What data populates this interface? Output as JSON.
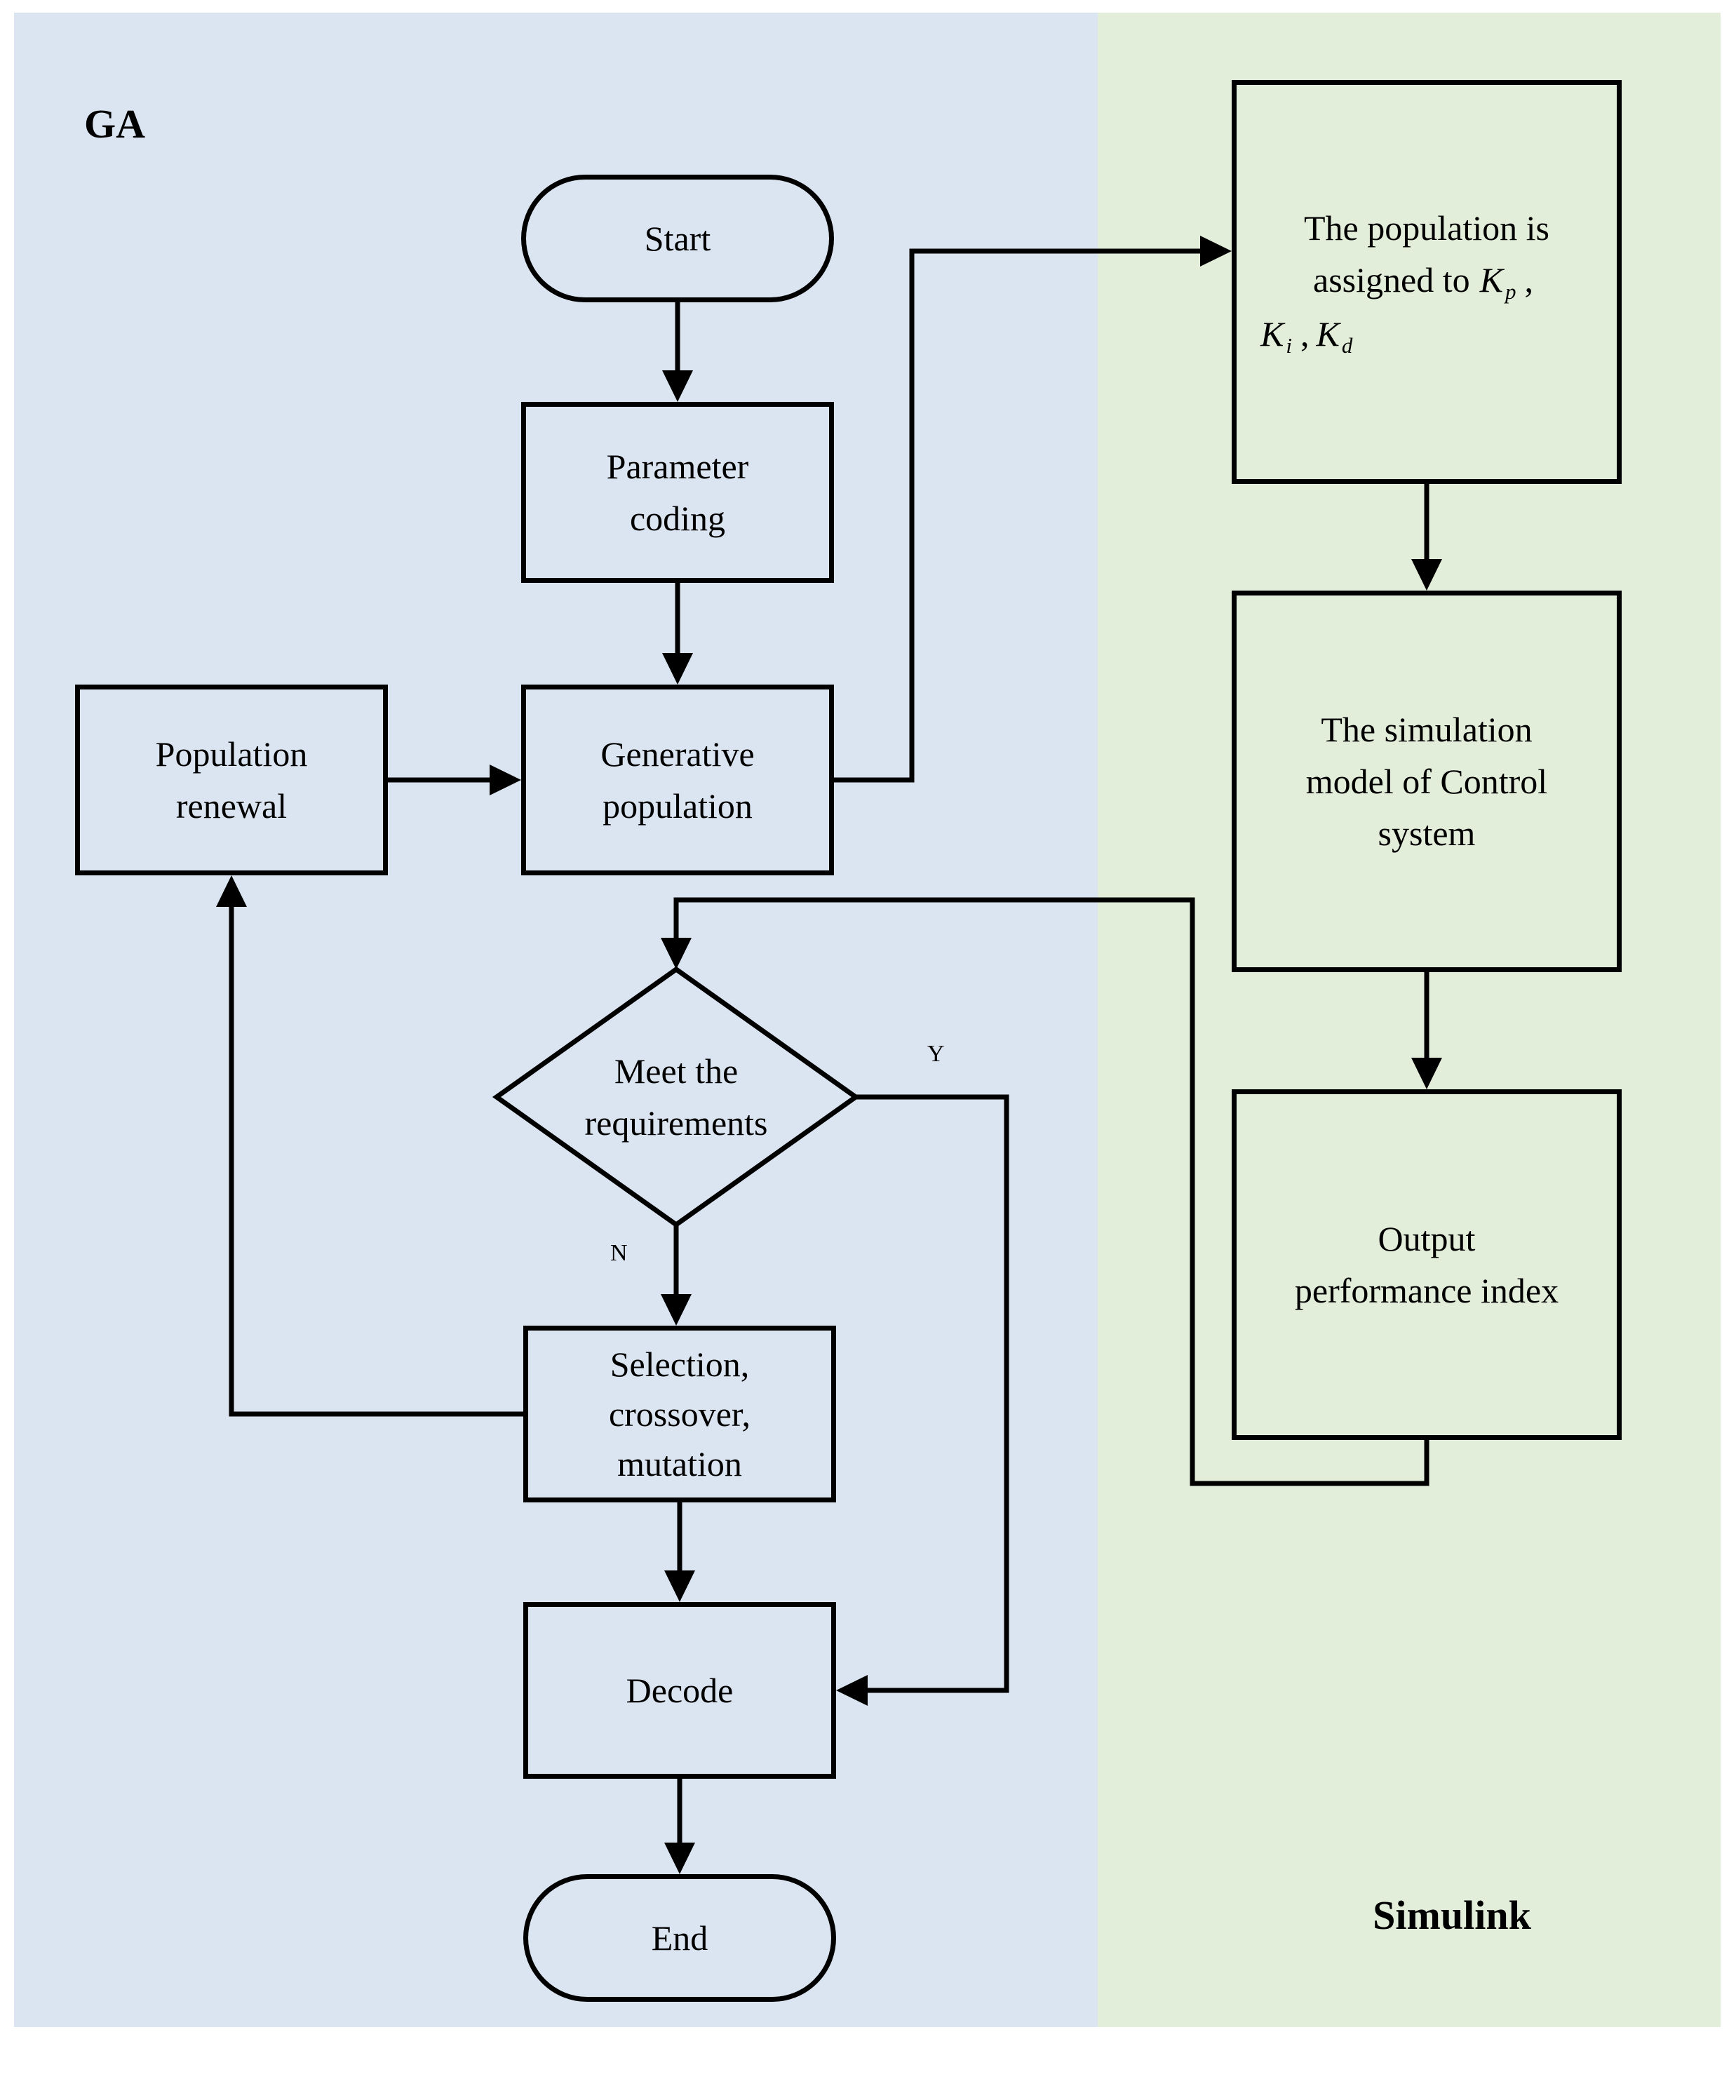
{
  "colors": {
    "ga_region_bg": "#dbe5f1",
    "simulink_region_bg": "#e2eed9",
    "line": "#000000"
  },
  "labels": {
    "ga": "GA",
    "simulink": "Simulink",
    "yes": "Y",
    "no": "N"
  },
  "nodes": {
    "start": {
      "label": "Start"
    },
    "parameter_coding": {
      "line1": "Parameter",
      "line2": "coding"
    },
    "population_renewal": {
      "line1": "Population",
      "line2": "renewal"
    },
    "generative_population": {
      "line1": "Generative",
      "line2": "population"
    },
    "meet_requirements": {
      "line1": "Meet the",
      "line2": "requirements"
    },
    "selection_crossover_mutation": {
      "line1": "Selection,",
      "line2": "crossover,",
      "line3": "mutation"
    },
    "decode": {
      "label": "Decode"
    },
    "end": {
      "label": "End"
    },
    "population_assigned": {
      "line1": "The population is",
      "line2": "assigned to",
      "kp": "K",
      "kp_sub": "p",
      "kp_comma": ",",
      "ki": "K",
      "ki_sub": "i",
      "ki_comma": ",",
      "kd": "K",
      "kd_sub": "d"
    },
    "simulation_model": {
      "line1": "The simulation",
      "line2": "model of Control",
      "line3": "system"
    },
    "output_performance_index": {
      "line1": "Output",
      "line2": "performance index"
    }
  }
}
